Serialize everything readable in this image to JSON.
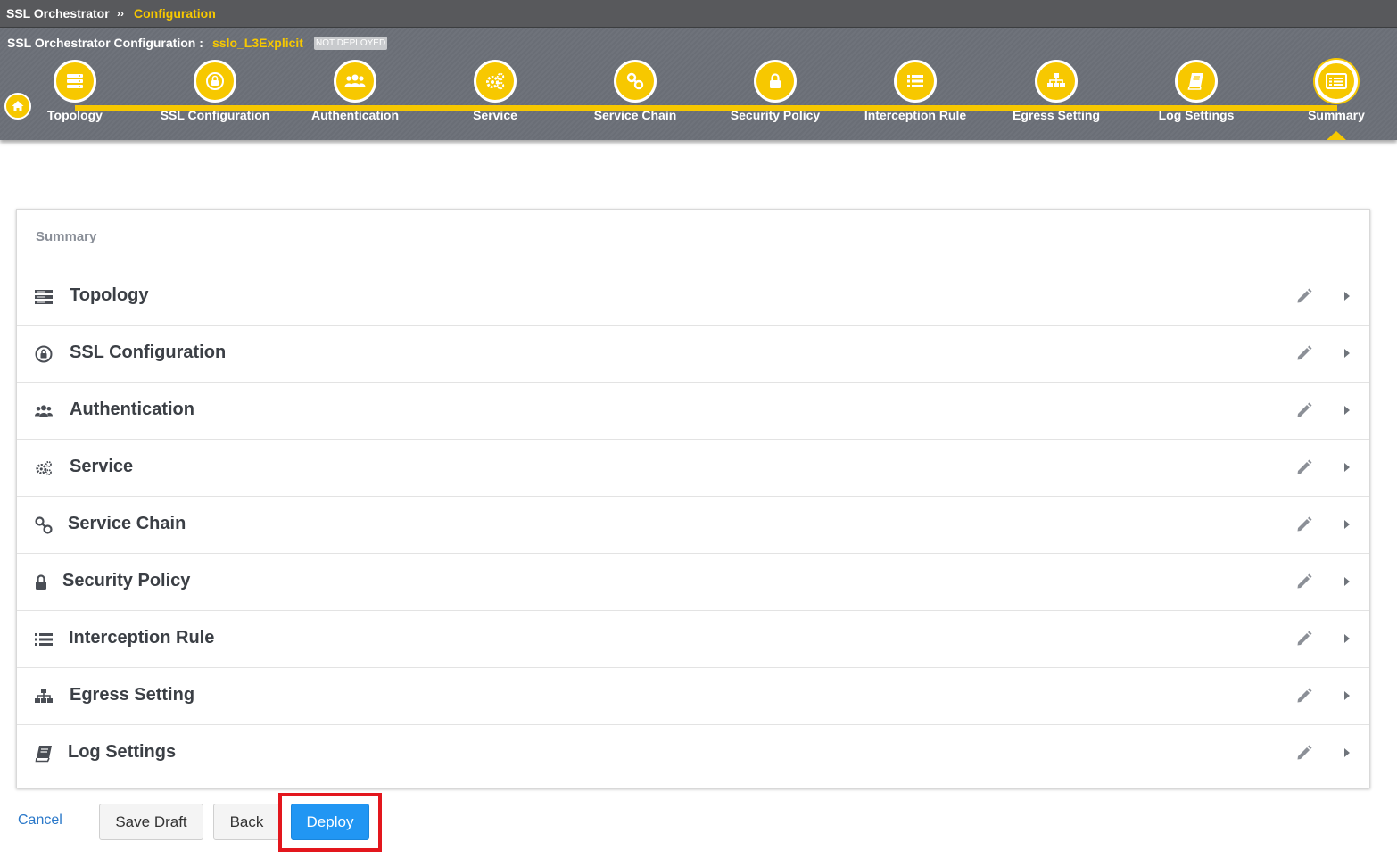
{
  "breadcrumb": {
    "app": "SSL Orchestrator",
    "separator": "››",
    "current": "Configuration"
  },
  "config": {
    "title": "SSL Orchestrator Configuration :",
    "name": "sslo_L3Explicit",
    "status": "NOT DEPLOYED"
  },
  "icons": {
    "home": "home-icon"
  },
  "steps": [
    {
      "label": "Topology",
      "icon": "server-stack-icon"
    },
    {
      "label": "SSL Configuration",
      "icon": "lock-circle-icon"
    },
    {
      "label": "Authentication",
      "icon": "users-icon"
    },
    {
      "label": "Service",
      "icon": "gears-icon"
    },
    {
      "label": "Service Chain",
      "icon": "link-icon"
    },
    {
      "label": "Security Policy",
      "icon": "lock-icon"
    },
    {
      "label": "Interception Rule",
      "icon": "list-icon"
    },
    {
      "label": "Egress Setting",
      "icon": "sitemap-icon"
    },
    {
      "label": "Log Settings",
      "icon": "book-icon"
    },
    {
      "label": "Summary",
      "icon": "summary-list-icon",
      "active": true
    }
  ],
  "summary": {
    "title": "Summary",
    "rows": [
      {
        "label": "Topology",
        "icon": "server-stack-icon"
      },
      {
        "label": "SSL Configuration",
        "icon": "lock-circle-icon"
      },
      {
        "label": "Authentication",
        "icon": "users-icon"
      },
      {
        "label": "Service",
        "icon": "gears-icon"
      },
      {
        "label": "Service Chain",
        "icon": "link-icon"
      },
      {
        "label": "Security Policy",
        "icon": "lock-icon"
      },
      {
        "label": "Interception Rule",
        "icon": "list-icon"
      },
      {
        "label": "Egress Setting",
        "icon": "sitemap-icon"
      },
      {
        "label": "Log Settings",
        "icon": "book-icon"
      }
    ]
  },
  "footer": {
    "cancel": "Cancel",
    "save_draft": "Save Draft",
    "back": "Back",
    "deploy": "Deploy"
  },
  "colors": {
    "accent": "#f7c800",
    "header_bg": "#6f737b",
    "primary_button": "#2196f3",
    "highlight": "#e3161d",
    "link": "#2a78c9"
  }
}
